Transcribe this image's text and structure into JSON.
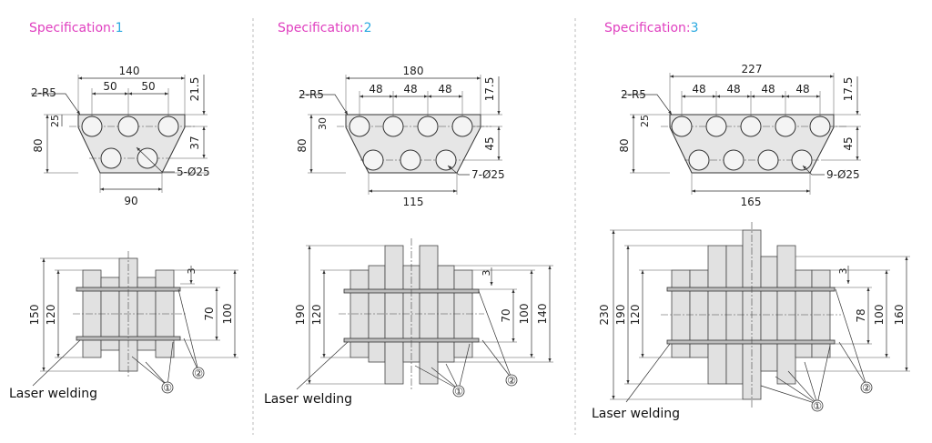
{
  "title_prefix": "Specification:",
  "colors": {
    "prefix": "#e040c0",
    "number": "#29a8e0"
  },
  "callout_labels": {
    "one": "①",
    "two": "②"
  },
  "specs": [
    {
      "num": "1",
      "top": {
        "width": "140",
        "pitches": [
          "50",
          "50"
        ],
        "corner": "2-R5",
        "row_gap": "25",
        "height": "80",
        "top_off": "21.5",
        "row2_off": "37",
        "bottom": "90",
        "holes": "5-Ø25"
      },
      "side": {
        "d1": "150",
        "d2": "120",
        "d3": "3",
        "d4": "70",
        "d5": "100",
        "note": "Laser welding"
      }
    },
    {
      "num": "2",
      "top": {
        "width": "180",
        "pitches": [
          "48",
          "48",
          "48"
        ],
        "corner": "2-R5",
        "row_gap": "30",
        "height": "80",
        "top_off": "17.5",
        "row2_off": "45",
        "bottom": "115",
        "holes": "7-Ø25"
      },
      "side": {
        "d1": "190",
        "d2": "120",
        "d3": "3",
        "d4": "70",
        "d5": "100",
        "d6": "140",
        "note": "Laser welding"
      }
    },
    {
      "num": "3",
      "top": {
        "width": "227",
        "pitches": [
          "48",
          "48",
          "48",
          "48"
        ],
        "corner": "2-R5",
        "row_gap": "25",
        "height": "80",
        "top_off": "17.5",
        "row2_off": "45",
        "bottom": "165",
        "holes": "9-Ø25"
      },
      "side": {
        "d1": "230",
        "d2": "190",
        "d3": "120",
        "d4": "3",
        "d5": "78",
        "d6": "100",
        "d7": "160",
        "note": "Laser welding"
      }
    }
  ]
}
